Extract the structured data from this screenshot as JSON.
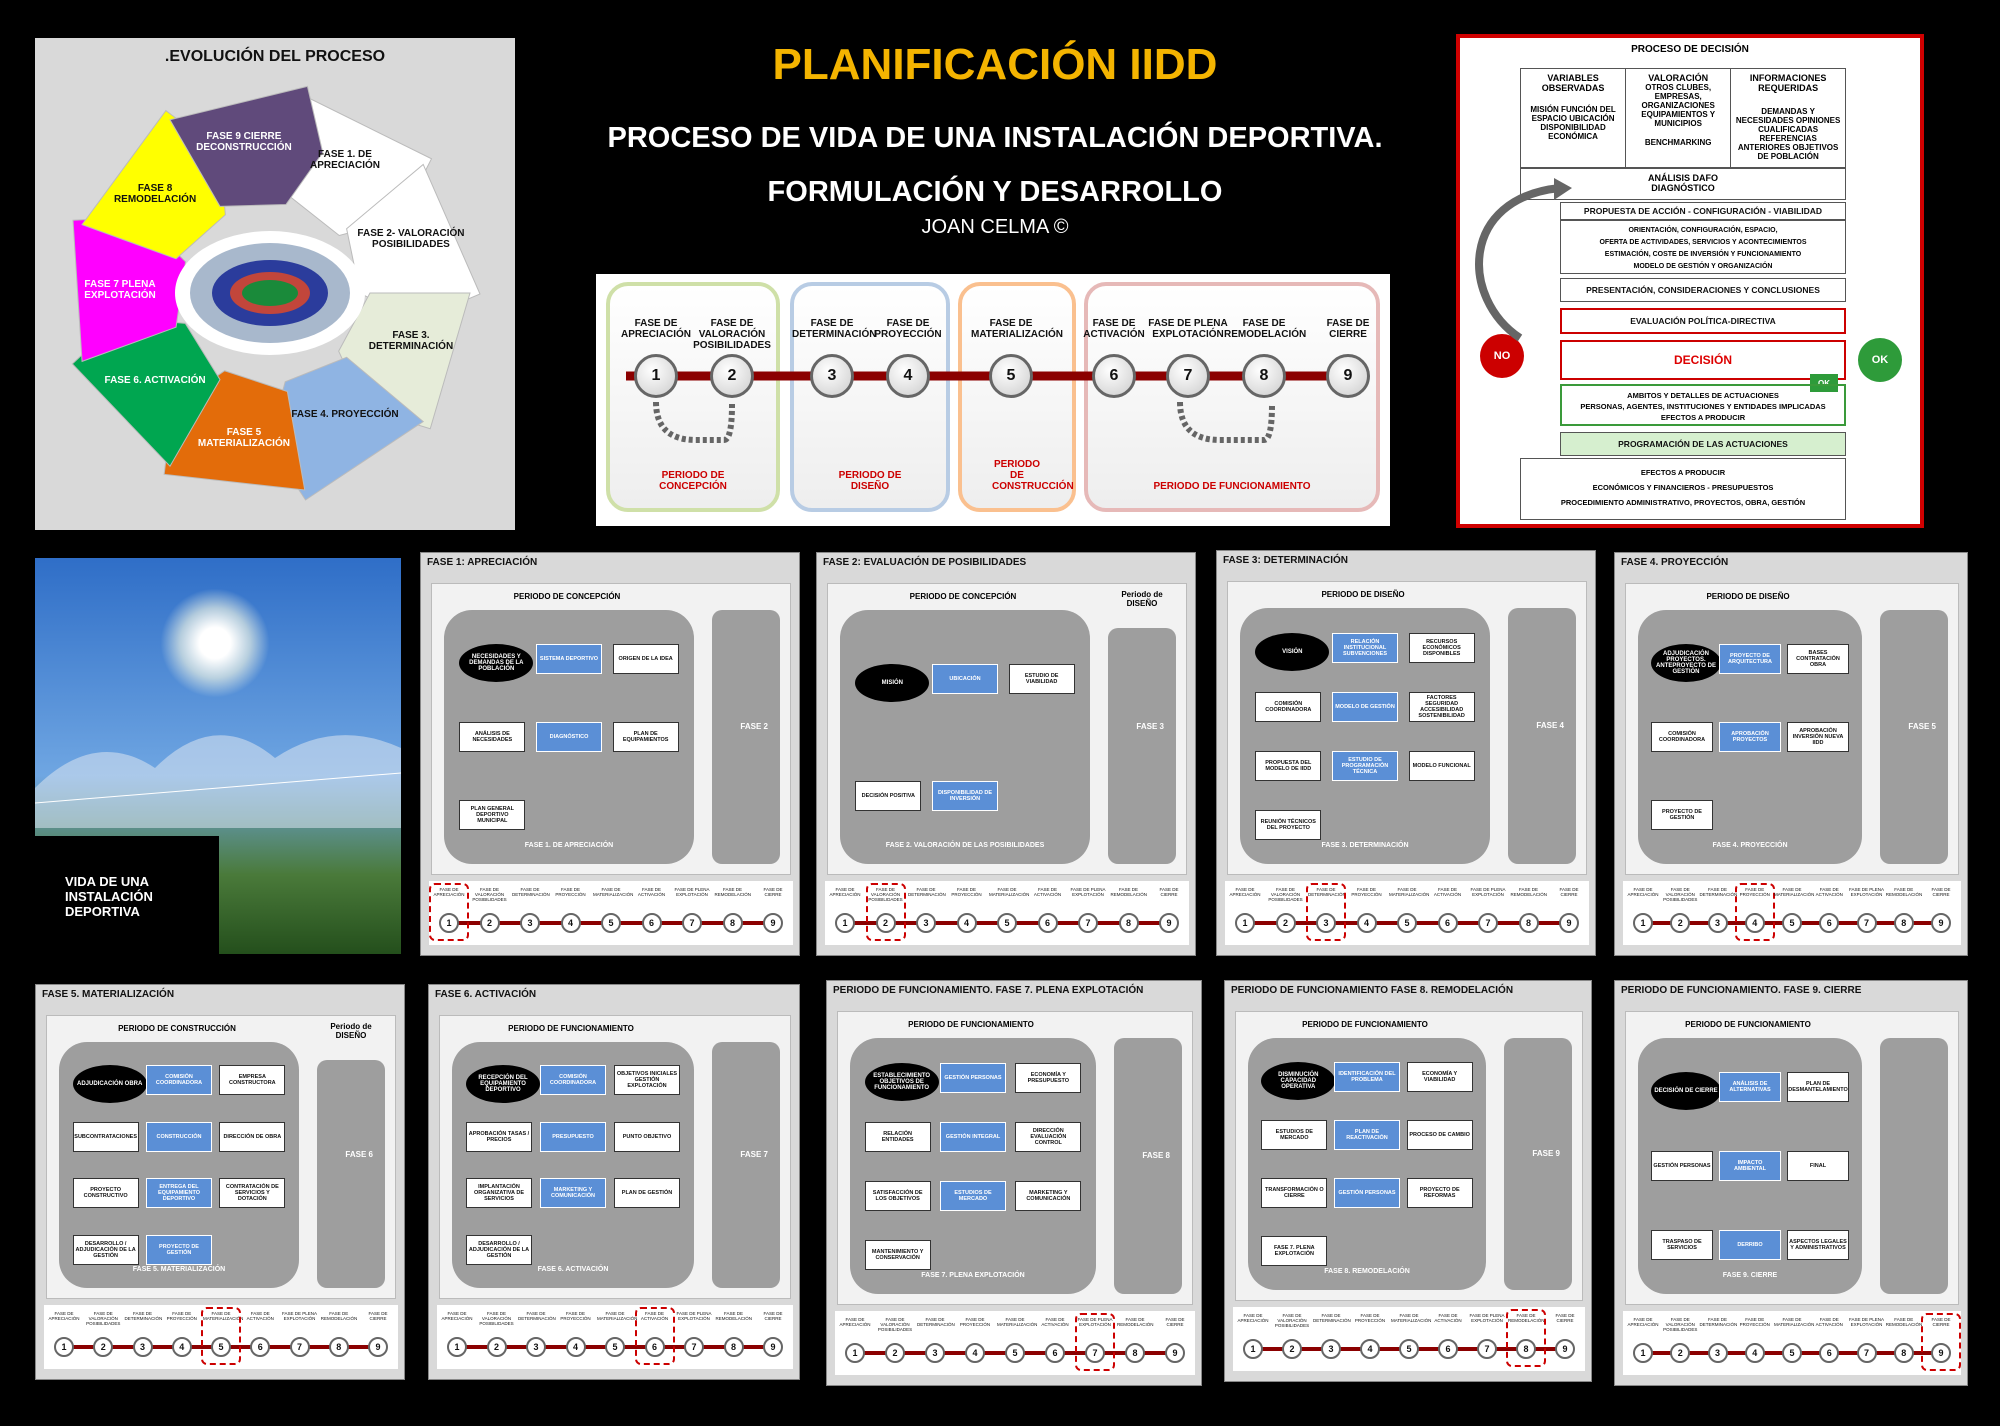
{
  "header": {
    "title": "PLANIFICACIÓN IIDD",
    "subtitle1": "PROCESO DE VIDA DE UNA INSTALACIÓN DEPORTIVA.",
    "subtitle2": "FORMULACIÓN Y DESARROLLO",
    "author": "JOAN CELMA ©"
  },
  "cycle": {
    "title": ".EVOLUCIÓN DEL PROCESO",
    "phases": [
      {
        "label": "FASE 1. DE APRECIACIÓN",
        "color": "#ffffff"
      },
      {
        "label": "FASE 2- VALORACIÓN POSIBILIDADES",
        "color": "#ffffff"
      },
      {
        "label": "FASE 3. DETERMINACIÓN",
        "color": "#e6ecd9"
      },
      {
        "label": "FASE 4. PROYECCIÓN",
        "color": "#8fb4e3"
      },
      {
        "label": "FASE 5 MATERIALIZACIÓN",
        "color": "#e36c0a"
      },
      {
        "label": "FASE 6. ACTIVACIÓN",
        "color": "#00a650"
      },
      {
        "label": "FASE 7 PLENA EXPLOTACIÓN",
        "color": "#ff00ff"
      },
      {
        "label": "FASE 8 REMODELACIÓN",
        "color": "#ffff00"
      },
      {
        "label": "FASE 9 CIERRE DECONSTRUCCIÓN",
        "color": "#604a7b"
      }
    ]
  },
  "timeline": {
    "phases": [
      {
        "n": "1",
        "label": "FASE DE APRECIACIÓN"
      },
      {
        "n": "2",
        "label": "FASE DE VALORACIÓN POSIBILIDADES"
      },
      {
        "n": "3",
        "label": "FASE DE DETERMINACIÓN"
      },
      {
        "n": "4",
        "label": "FASE DE PROYECCIÓN"
      },
      {
        "n": "5",
        "label": "FASE DE MATERIALIZACIÓN"
      },
      {
        "n": "6",
        "label": "FASE DE ACTIVACIÓN"
      },
      {
        "n": "7",
        "label": "FASE DE PLENA EXPLOTACIÓN"
      },
      {
        "n": "8",
        "label": "FASE DE REMODELACIÓN"
      },
      {
        "n": "9",
        "label": "FASE DE CIERRE"
      }
    ],
    "periods": [
      {
        "label": "PERIODO DE CONCEPCIÓN",
        "color": "#cfe0a8"
      },
      {
        "label": "PERIODO DE DISEÑO",
        "color": "#b8cce4"
      },
      {
        "label": "PERIODO DE CONSTRUCCIÓN",
        "color": "#fac08f"
      },
      {
        "label": "PERIODO DE FUNCIONAMIENTO",
        "color": "#e6b9b8"
      }
    ]
  },
  "decision": {
    "title": "PROCESO DE DECISIÓN",
    "col1_title": "VARIABLES OBSERVADAS",
    "col1_body": "MISIÓN FUNCIÓN DEL ESPACIO UBICACIÓN DISPONIBILIDAD ECONÓMICA",
    "col2_title": "VALORACIÓN",
    "col2_body": "OTROS CLUBES, EMPRESAS, ORGANIZACIONES EQUIPAMIENTOS Y MUNICIPIOS",
    "col2_extra": "BENCHMARKING",
    "col3_title": "INFORMACIONES REQUERIDAS",
    "col3_body": "DEMANDAS Y NECESIDADES OPINIONES CUALIFICADAS REFERENCIAS ANTERIORES OBJETIVOS DE POBLACIÓN",
    "dafo": "ANÁLISIS DAFO",
    "diag": "DIAGNÓSTICO",
    "propuesta": "PROPUESTA DE ACCIÓN - CONFIGURACIÓN - VIABILIDAD",
    "prop_lines": [
      "ORIENTACIÓN, CONFIGURACIÓN, ESPACIO,",
      "OFERTA DE ACTIVIDADES, SERVICIOS Y ACONTECIMIENTOS",
      "ESTIMACIÓN, COSTE DE INVERSIÓN Y FUNCIONAMIENTO",
      "MODELO DE GESTIÓN Y ORGANIZACIÓN"
    ],
    "presentacion": "PRESENTACIÓN, CONSIDERACIONES Y CONCLUSIONES",
    "evaluacion": "EVALUACIÓN POLÍTICA-DIRECTIVA",
    "decision": "DECISIÓN",
    "no": "NO",
    "ok": "OK",
    "ok2": "OK",
    "ambitos": [
      "AMBITOS Y DETALLES DE ACTUACIONES",
      "PERSONAS, AGENTES, INSTITUCIONES Y ENTIDADES IMPLICADAS",
      "EFECTOS A PRODUCIR"
    ],
    "programacion": "PROGRAMACIÓN DE LAS ACTUACIONES",
    "efectos": [
      "EFECTOS A PRODUCIR",
      "ECONÓMICOS Y FINANCIEROS - PRESUPUESTOS",
      "PROCEDIMIENTO ADMINISTRATIVO, PROYECTOS, OBRA, GESTIÓN"
    ]
  },
  "photo": {
    "caption": "VIDA DE UNA INSTALACIÓN DEPORTIVA"
  },
  "track_labels": [
    "FASE DE APRECIACIÓN",
    "FASE DE VALORACIÓN POSIBILIDADES",
    "FASE DE DETERMINACIÓN",
    "FASE DE PROYECCIÓN",
    "FASE DE MATERIALIZACIÓN",
    "FASE DE ACTIVACIÓN",
    "FASE DE PLENA EXPLOTACIÓN",
    "FASE DE REMODELACIÓN",
    "FASE DE CIERRE"
  ],
  "figures": [
    {
      "title": "FASE 1: APRECIACIÓN",
      "period": "PERIODO DE CONCEPCIÓN",
      "side": "",
      "next": "FASE 2",
      "caption": "FASE 1. DE APRECIACIÓN",
      "selected": 1,
      "items": [
        "NECESIDADES Y DEMANDAS DE LA POBLACIÓN",
        "SISTEMA DEPORTIVO",
        "ORIGEN DE LA IDEA",
        "ANÁLISIS DE NECESIDADES",
        "DIAGNÓSTICO",
        "PLAN DE EQUIPAMIENTOS",
        "PLAN GENERAL DEPORTIVO MUNICIPAL"
      ]
    },
    {
      "title": "FASE 2: EVALUACIÓN DE POSIBILIDADES",
      "period": "PERIODO DE CONCEPCIÓN",
      "side": "Periodo de DISEÑO",
      "next": "FASE 3",
      "caption": "FASE 2. VALORACIÓN DE LAS POSIBILIDADES",
      "selected": 2,
      "items": [
        "MISIÓN",
        "UBICACIÓN",
        "ESTUDIO DE VIABILIDAD",
        "DECISIÓN POSITIVA",
        "DISPONIBILIDAD DE INVERSIÓN"
      ]
    },
    {
      "title": "FASE 3: DETERMINACIÓN",
      "period": "PERIODO DE DISEÑO",
      "side": "",
      "next": "FASE 4",
      "caption": "FASE 3. DETERMINACIÓN",
      "selected": 3,
      "items": [
        "VISIÓN",
        "RELACIÓN INSTITUCIONAL SUBVENCIONES",
        "RECURSOS ECONÓMICOS DISPONIBLES",
        "COMISIÓN COORDINADORA",
        "MODELO DE GESTIÓN",
        "FACTORES SEGURIDAD ACCESIBILIDAD SOSTENIBILIDAD",
        "PROPUESTA DEL MODELO DE IIDD",
        "ESTUDIO DE PROGRAMACIÓN TÉCNICA",
        "MODELO FUNCIONAL",
        "REUNIÓN TÉCNICOS DEL PROYECTO"
      ]
    },
    {
      "title": "FASE 4. PROYECCIÓN",
      "period": "PERIODO DE DISEÑO",
      "side": "",
      "next": "FASE 5",
      "caption": "FASE 4. PROYECCIÓN",
      "selected": 4,
      "items": [
        "ADJUDICACIÓN PROYECTOS. ANTEPROYECTO DE GESTIÓN",
        "PROYECTO DE ARQUITECTURA",
        "BASES CONTRATACIÓN OBRA",
        "COMISIÓN COORDINADORA",
        "APROBACIÓN PROYECTOS",
        "APROBACIÓN INVERSIÓN NUEVA IIDD",
        "PROYECTO DE GESTIÓN"
      ]
    },
    {
      "title": "FASE 5. MATERIALIZACIÓN",
      "period": "PERIODO DE CONSTRUCCIÓN",
      "side": "Periodo de DISEÑO",
      "next": "FASE 6",
      "caption": "FASE 5. MATERIALIZACIÓN",
      "selected": 5,
      "items": [
        "ADJUDICACIÓN OBRA",
        "COMISIÓN COORDINADORA",
        "EMPRESA CONSTRUCTORA",
        "SUBCONTRATACIONES",
        "CONSTRUCCIÓN",
        "DIRECCIÓN DE OBRA",
        "PROYECTO CONSTRUCTIVO",
        "ENTREGA DEL EQUIPAMIENTO DEPORTIVO",
        "CONTRATACIÓN DE SERVICIOS Y DOTACIÓN",
        "DESARROLLO / ADJUDICACIÓN DE LA GESTIÓN",
        "PROYECTO DE GESTIÓN"
      ]
    },
    {
      "title": "FASE 6. ACTIVACIÓN",
      "period": "PERIODO DE FUNCIONAMIENTO",
      "side": "",
      "next": "FASE 7",
      "caption": "FASE 6. ACTIVACIÓN",
      "selected": 6,
      "items": [
        "RECEPCIÓN DEL EQUIPAMIENTO DEPORTIVO",
        "COMISIÓN COORDINADORA",
        "OBJETIVOS INICIALES GESTIÓN EXPLOTACIÓN",
        "APROBACIÓN TASAS / PRECIOS",
        "PRESUPUESTO",
        "PUNTO OBJETIVO",
        "IMPLANTACIÓN ORGANIZATIVA DE SERVICIOS",
        "MARKETING Y COMUNICACIÓN",
        "PLAN DE GESTIÓN",
        "DESARROLLO / ADJUDICACIÓN DE LA GESTIÓN"
      ]
    },
    {
      "title": "PERIODO DE FUNCIONAMIENTO. FASE 7. PLENA EXPLOTACIÓN",
      "period": "PERIODO DE FUNCIONAMIENTO",
      "side": "",
      "next": "FASE 8",
      "caption": "FASE 7. PLENA EXPLOTACIÓN",
      "selected": 7,
      "items": [
        "ESTABLECIMIENTO OBJETIVOS DE FUNCIONAMIENTO",
        "GESTIÓN PERSONAS",
        "ECONOMÍA Y PRESUPUESTO",
        "RELACIÓN ENTIDADES",
        "GESTIÓN INTEGRAL",
        "DIRECCIÓN EVALUACIÓN CONTROL",
        "SATISFACCIÓN DE LOS OBJETIVOS",
        "ESTUDIOS DE MERCADO",
        "MARKETING Y COMUNICACIÓN",
        "MANTENIMIENTO Y CONSERVACIÓN"
      ]
    },
    {
      "title": "PERIODO DE FUNCIONAMIENTO FASE 8. REMODELACIÓN",
      "period": "PERIODO DE FUNCIONAMIENTO",
      "side": "",
      "next": "FASE 9",
      "caption": "FASE 8. REMODELACIÓN",
      "selected": 8,
      "items": [
        "DISMINUCIÓN CAPACIDAD OPERATIVA",
        "IDENTIFICACIÓN DEL PROBLEMA",
        "ECONOMÍA Y VIABILIDAD",
        "ESTUDIOS DE MERCADO",
        "PLAN DE REACTIVACIÓN",
        "PROCESO DE CAMBIO",
        "TRANSFORMACIÓN O CIERRE",
        "GESTIÓN PERSONAS",
        "PROYECTO DE REFORMAS",
        "FASE 7. PLENA EXPLOTACIÓN"
      ]
    },
    {
      "title": "PERIODO DE FUNCIONAMIENTO. FASE 9. CIERRE",
      "period": "PERIODO DE FUNCIONAMIENTO",
      "side": "",
      "next": "",
      "caption": "FASE 9. CIERRE",
      "selected": 9,
      "items": [
        "DECISIÓN DE CIERRE",
        "ANÁLISIS DE ALTERNATIVAS",
        "PLAN DE DESMANTELAMIENTO",
        "GESTIÓN PERSONAS",
        "IMPACTO AMBIENTAL",
        "FINAL",
        "TRASPASO DE SERVICIOS",
        "DERRIBO",
        "ASPECTOS LEGALES Y ADMINISTRATIVOS"
      ]
    }
  ]
}
